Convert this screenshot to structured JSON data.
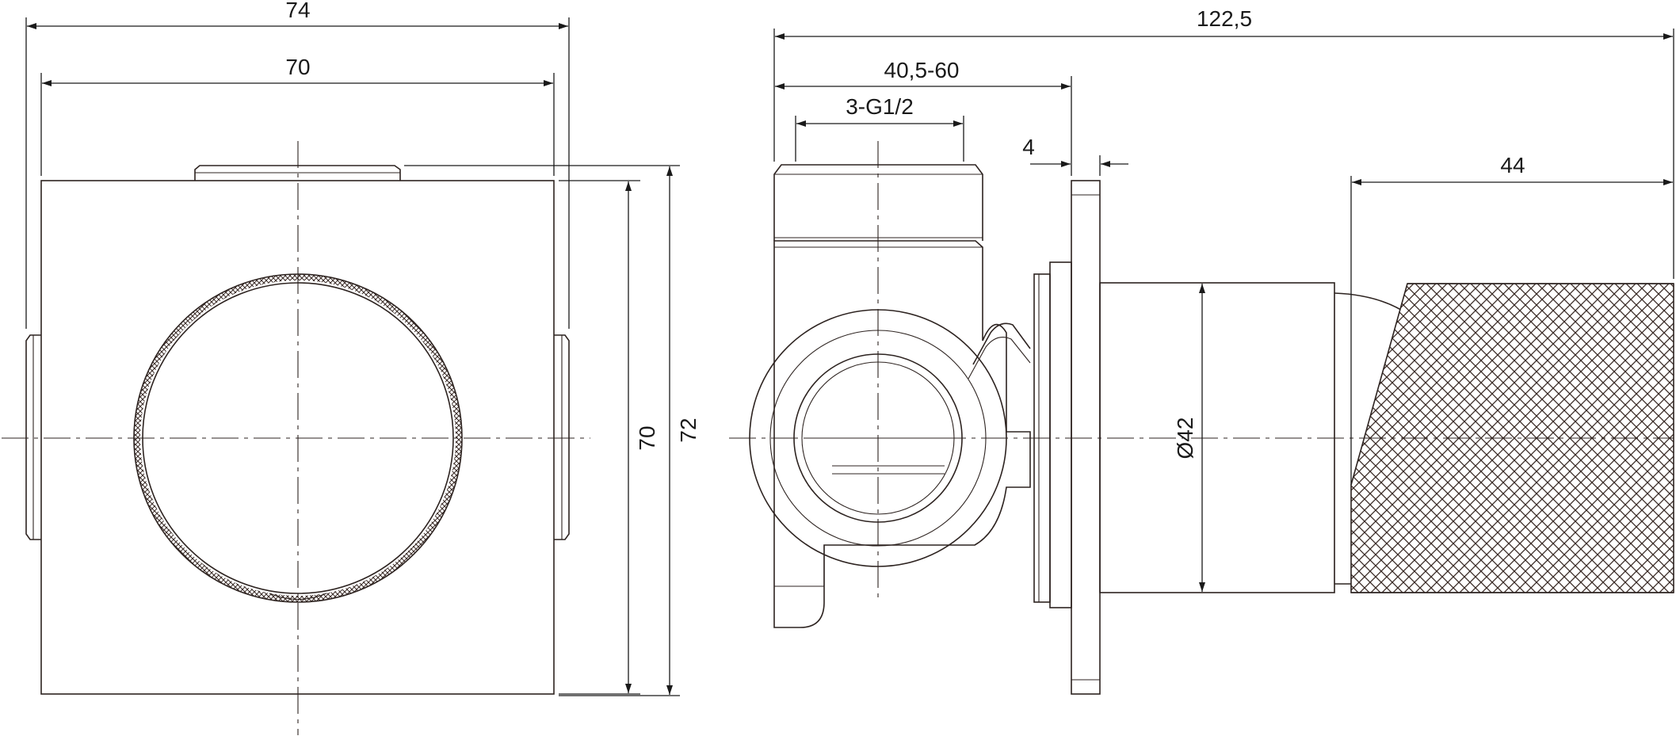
{
  "colors": {
    "line": "#2d2320",
    "dimension": "#1a1a1a",
    "background": "#ffffff"
  },
  "front_view": {
    "width_outer": "74",
    "width_inner": "70",
    "height_inner": "70",
    "height_outer": "72"
  },
  "side_view": {
    "total_length": "122,5",
    "body_length": "40,5-60",
    "thread": "3-G1/2",
    "plate_thickness": "4",
    "handle_length": "44",
    "diameter": "Ø42"
  }
}
